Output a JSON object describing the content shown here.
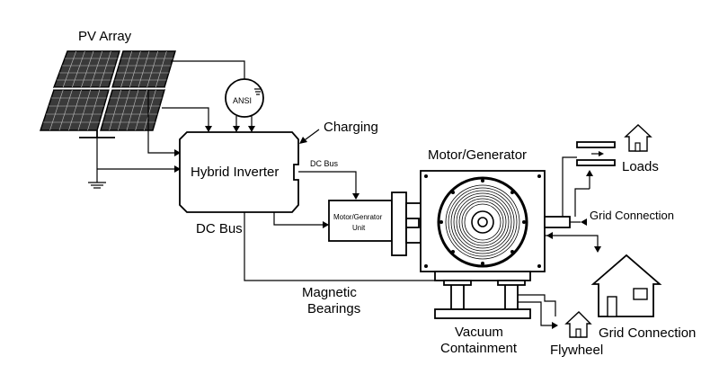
{
  "labels": {
    "pv_array": "PV Array",
    "ansi": "ANSI",
    "charging": "Charging",
    "hybrid_inverter": "Hybrid Inverter",
    "dc_bus_top": "DC Bus",
    "dc_bus_left": "DC Bus",
    "mg_unit_line1": "Motor/Genrator",
    "mg_unit_line2": "Unit",
    "motor_generator": "Motor/Generator",
    "loads": "Loads",
    "grid_connection_right": "Grid Connection",
    "grid_connection_bottom": "Grid Connection",
    "magnetic_bearings_line1": "Magnetic",
    "magnetic_bearings_line2": "Bearings",
    "vacuum_line1": "Vacuum",
    "vacuum_line2": "Containment",
    "flywheel": "Flywheel"
  },
  "colors": {
    "stroke": "#000000",
    "panel_cell": "#3a3a3a",
    "panel_grid": "#bfbfbf",
    "background": "#ffffff"
  }
}
